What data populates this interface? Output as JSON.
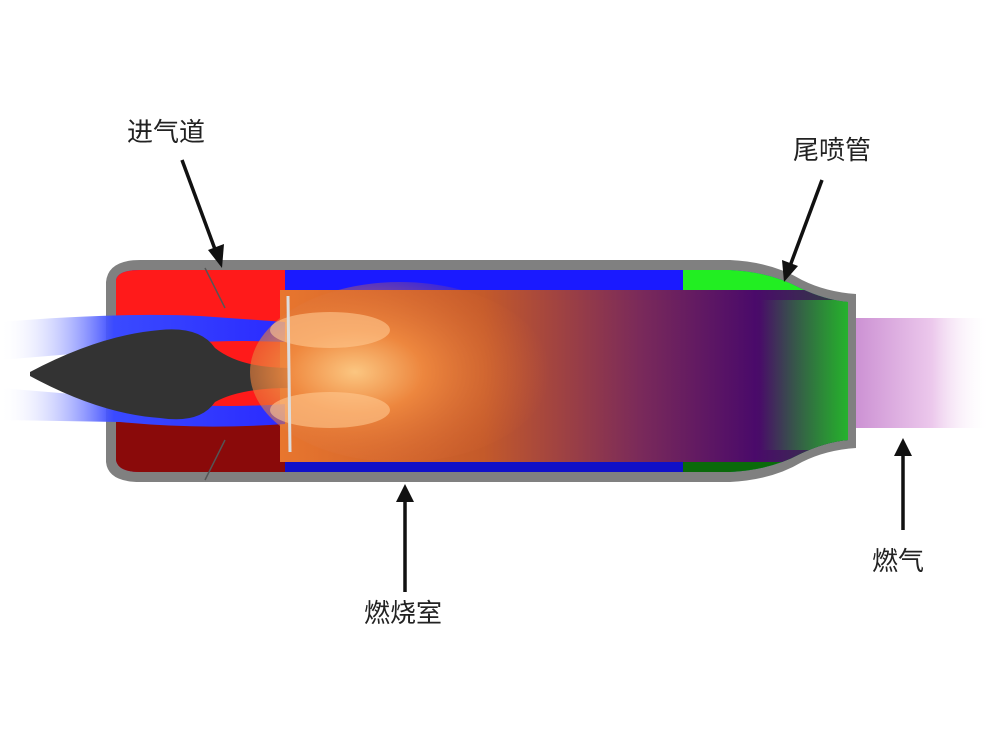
{
  "labels": {
    "inlet": "进气道",
    "nozzle": "尾喷管",
    "combustor": "燃烧室",
    "exhaust": "燃气"
  },
  "colors": {
    "casing": "#808080",
    "inlet_section": "#ff1a1a",
    "cold_duct": "#1a1aff",
    "nozzle_section": "#22ee22",
    "spike": "#333333",
    "flame": "#e0662a",
    "hot_gas": "#4a0a6a",
    "exhaust_plume": "#e8b4e0",
    "arrow": "#111111"
  }
}
